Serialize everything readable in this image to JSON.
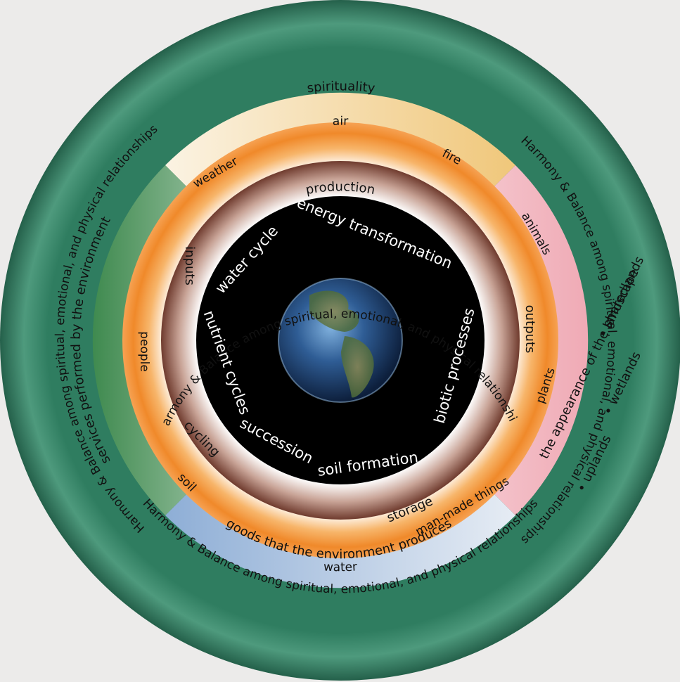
{
  "outer_ring": {
    "top": "Harmony & Balance among spiritual, emotional, and physical relationships",
    "right": "Harmony & Balance among spiritual, emotional, and physical relationships",
    "bottom": "Harmony & Balance among spiritual, emotional, and physical relationships",
    "left": "Harmony & Balance among spiritual, emotional, and physical relationships"
  },
  "segments": {
    "top": "spirituality",
    "right": "the appearance of the landscape",
    "bottom": "goods that the environment produces",
    "left": "services performed by the environment",
    "right_bullets": [
      "• uplands",
      "• wetlands",
      "• sharedlands"
    ]
  },
  "elements": {
    "air": "air",
    "fire": "fire",
    "animals": "animals",
    "plants": "plants",
    "man_made": "man-made things",
    "water": "water",
    "soil": "soil",
    "people": "people",
    "weather": "weather"
  },
  "processes": {
    "production": "production",
    "outputs": "outputs",
    "storage": "storage",
    "cycling": "cycling",
    "inputs": "inputs"
  },
  "core": {
    "energy": "energy transformation",
    "biotic": "biotic processes",
    "soil_formation": "soil formation",
    "succession": "succession",
    "nutrient": "nutrient cycles",
    "water_cycle": "water cycle"
  },
  "colors": {
    "outer_ring": "#2e7a5e",
    "spirituality": "#f2cf8d",
    "landscape": "#f2b7bf",
    "goods": "#9fb8d8",
    "services": "#4f8f55",
    "elements_ring": "#f39a3c",
    "process_ring": "#7a4a3e",
    "core": "#000000"
  }
}
